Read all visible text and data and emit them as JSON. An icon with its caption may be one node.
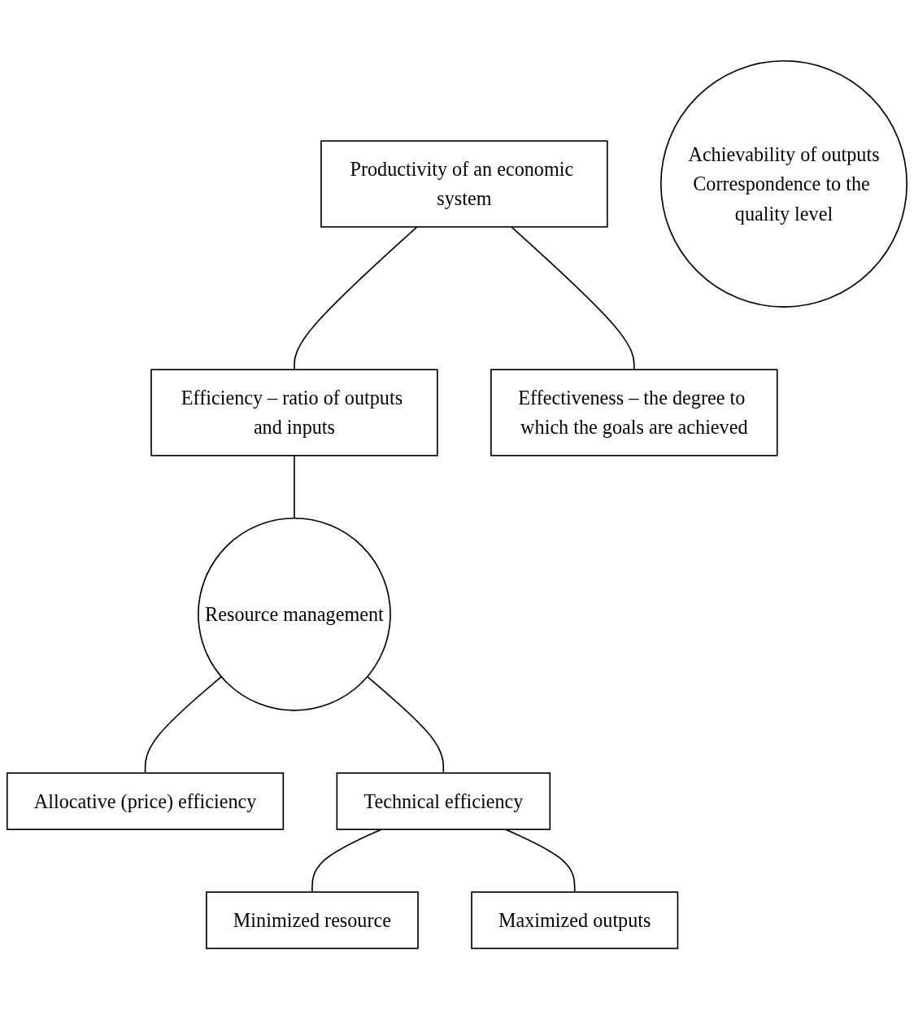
{
  "diagram": {
    "nodes": [
      {
        "text": [
          "Productivity of an economic system"
        ]
      },
      {
        "text": [
          "Efficiency – ratio of outputs and inputs"
        ]
      },
      {
        "text": [
          "Effectiveness – the degree to which the goals are achieved"
        ]
      },
      {
        "text": [
          "Resource management"
        ]
      },
      {
        "text": [
          "Achievability of outputs",
          "Correspondence to the quality level"
        ]
      },
      {
        "text": [
          "Allocative (price) efficiency"
        ]
      },
      {
        "text": [
          "Technical efficiency"
        ]
      },
      {
        "text": [
          "Minimized resource"
        ]
      },
      {
        "text": [
          "Maximized outputs"
        ]
      }
    ],
    "edges": [
      {
        "from": 0,
        "to": 1,
        "arrow": "none"
      },
      {
        "from": 0,
        "to": 2,
        "arrow": "none"
      },
      {
        "from": 1,
        "to": 3,
        "arrow": "none"
      },
      {
        "from": 3,
        "to": 5,
        "arrow": "none"
      },
      {
        "from": 3,
        "to": 6,
        "arrow": "none"
      },
      {
        "from": 6,
        "to": 7,
        "arrow": "none"
      },
      {
        "from": 6,
        "to": 8,
        "arrow": "none"
      }
    ]
  }
}
